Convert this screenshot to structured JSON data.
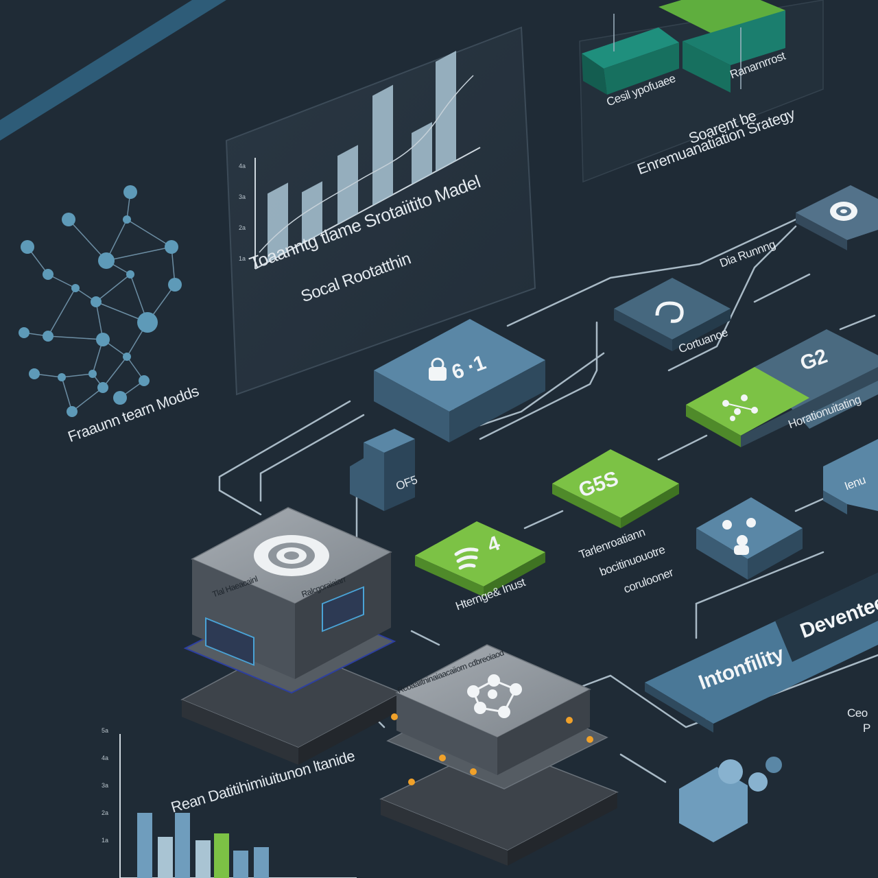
{
  "labels": {
    "feature_models": "Fraaunn tearn Modds",
    "chart_title_line1": "Toaanntg tlame Srotaiitito Madel",
    "chart_title_line2": "Socal Rootatthin",
    "comp_top_left": "Cesil ypofuaee",
    "comp_top_right": "Ranarnrrost",
    "strategy_line1": "Soarent be",
    "strategy_line2": "Enremuanatiation Srategy",
    "data_running": "Dia Runnng",
    "conduance": "Cortuanoe",
    "horizontal": "Horationuitating",
    "node_61": "6 ·1",
    "node_62": "G2",
    "node_635": "G5S",
    "node_4": "4",
    "small_off": "OF5",
    "under_4": "Hternge& Inust",
    "trans_line1": "Tarlenroatiann",
    "trans_line2": "bocitinuouotre",
    "trans_line3": "corulooner",
    "intonfility": "Intonfility",
    "deventeel": "Deventeel",
    "right_edge": "Ienu",
    "bottom_right1": "Ceo",
    "bottom_right2": "P",
    "bottom_chart_title": "Rean Datitihimiuitunon ltanide",
    "chip1_label_left": "Tlal Haeacainl",
    "chip1_label_right": "Ralcgoraiaiarr",
    "chip2_label": "Rcoaaiitninaiaacaiiorn cdbreoiaod"
  },
  "colors": {
    "background": "#1f2b36",
    "panel": "#26333f",
    "node_blue": "#4f7a96",
    "node_blue_dark": "#37546b",
    "node_green": "#79b341",
    "node_teal": "#1f8f7d",
    "chip_top": "#8e959c",
    "chip_side": "#4b525a",
    "line": "#9fb3c1",
    "network": "#5e9ab8"
  },
  "icons": {
    "node_61": "lock-cloud-icon",
    "conduance": "cloud-swirl-icon",
    "top_right": "target-icon",
    "node_4": "signal-icon",
    "horizontal": "network-icon",
    "people": "people-icon",
    "chip1": "gear-target-icon",
    "chip2": "network-icon",
    "cog_cluster": "gears-icon"
  }
}
